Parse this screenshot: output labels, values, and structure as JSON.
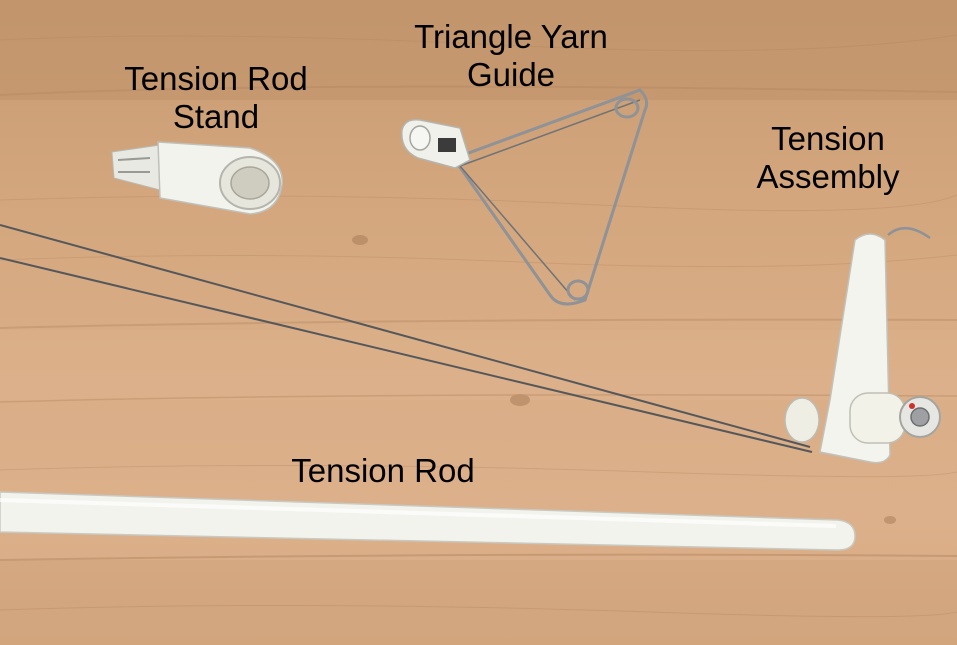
{
  "labels": {
    "tension_rod_stand": [
      "Tension Rod",
      "Stand"
    ],
    "triangle_yarn_guide": [
      "Triangle Yarn",
      "Guide"
    ],
    "tension_assembly": [
      "Tension",
      "Assembly"
    ],
    "tension_rod": "Tension Rod"
  },
  "colors": {
    "wood": "#d3a67d",
    "plastic": "#f1f1ec",
    "wire": "#5a5d60",
    "text": "#000000"
  }
}
